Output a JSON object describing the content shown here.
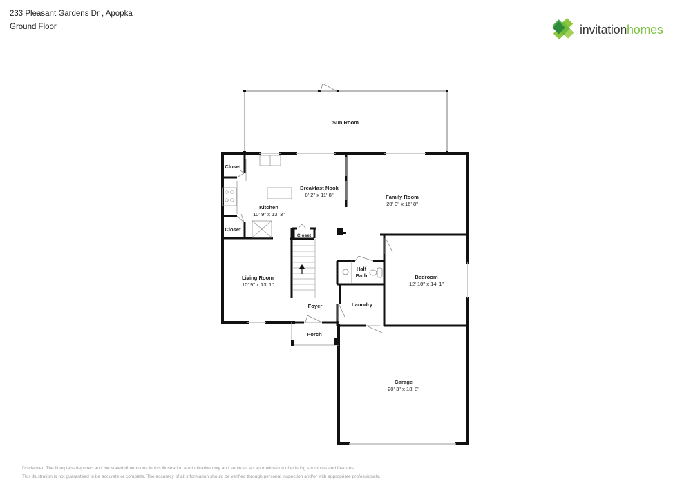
{
  "header": {
    "address": "233 Pleasant Gardens Dr , Apopka",
    "floor": "Ground Floor"
  },
  "logo": {
    "icon": "clover-diamond-logo-icon",
    "text_part1": "invitation",
    "text_part2": "homes",
    "colors": {
      "light_green": "#8cc63f",
      "dark_green": "#3a9a3a",
      "text_gray": "#3a3a3a",
      "text_green": "#7cc242"
    }
  },
  "rooms": {
    "sun_room": {
      "name": "Sun Room",
      "dims": ""
    },
    "closet_upper": {
      "name": "Closet"
    },
    "closet_lower": {
      "name": "Closet"
    },
    "closet_stair": {
      "name": "Closet"
    },
    "kitchen": {
      "name": "Kitchen",
      "dims": "10' 9\" x 13' 3\""
    },
    "breakfast_nook": {
      "name": "Breakfast Nook",
      "dims": "8' 2\" x 11' 8\""
    },
    "family_room": {
      "name": "Family Room",
      "dims": "20' 3\" x 16' 8\""
    },
    "living_room": {
      "name": "Living Room",
      "dims": "10' 9\" x 13' 1\""
    },
    "half_bath": {
      "name_line1": "Half",
      "name_line2": "Bath"
    },
    "bedroom": {
      "name": "Bedroom",
      "dims": "12' 10\" x 14' 1\""
    },
    "foyer": {
      "name": "Foyer"
    },
    "laundry": {
      "name": "Laundry"
    },
    "porch": {
      "name": "Porch"
    },
    "garage": {
      "name": "Garage",
      "dims": "20' 3\" x 18' 8\""
    }
  },
  "stairs": {
    "direction": "up",
    "icon": "arrow-up-icon"
  },
  "disclaimer": {
    "line1": "Disclaimer: The floorplans depicted and the stated dimensions in this illustration are indicative only and serve as an approximation of existing structures and features.",
    "line2": "This illustration is not guaranteed to be accurate or complete. The accuracy of all information should be verified through personal inspection and/or with appropriate professionals."
  }
}
